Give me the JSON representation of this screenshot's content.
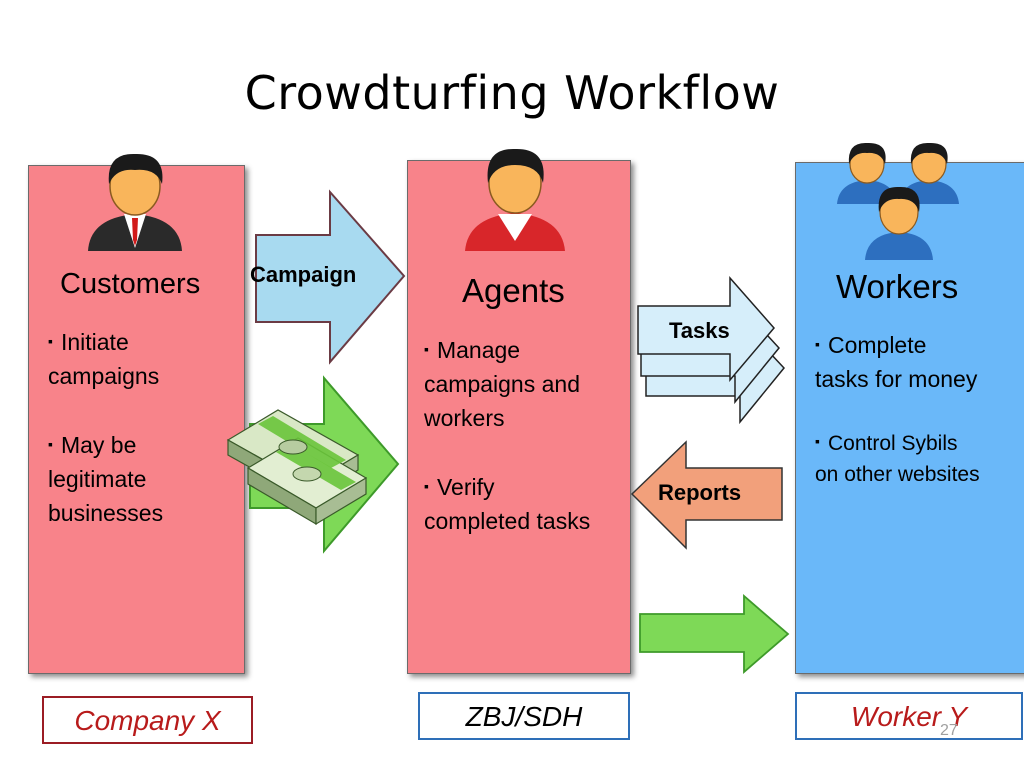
{
  "slide": {
    "title": "Crowdturfing Workflow",
    "page_number": "27"
  },
  "columns": {
    "customers": {
      "heading": "Customers",
      "bullets": [
        "Initiate campaigns",
        "May be legitimate businesses"
      ],
      "example": "Company X",
      "color": "#f8838a",
      "example_border": "#9b1c24"
    },
    "agents": {
      "heading": "Agents",
      "bullets": [
        "Manage campaigns and workers",
        "Verify completed tasks"
      ],
      "example": "ZBJ/SDH",
      "color": "#f8838a",
      "example_border": "#2e6fb8"
    },
    "workers": {
      "heading": "Workers",
      "bullets": [
        "Complete tasks for money",
        "Control Sybils on other websites"
      ],
      "example": "Worker Y",
      "color": "#6ab8f9",
      "example_border": "#2e6fb8"
    }
  },
  "arrows": {
    "campaign": {
      "label": "Campaign",
      "color": "#a8daf0"
    },
    "tasks": {
      "label": "Tasks",
      "color": "#d6eefa"
    },
    "reports": {
      "label": "Reports",
      "color": "#f2a07b"
    },
    "money_color": "#7ed957"
  },
  "icons": [
    "customer-person-icon",
    "agent-person-icon",
    "worker-group-icon",
    "money-stack-icon"
  ],
  "bullet_marker": "▪"
}
